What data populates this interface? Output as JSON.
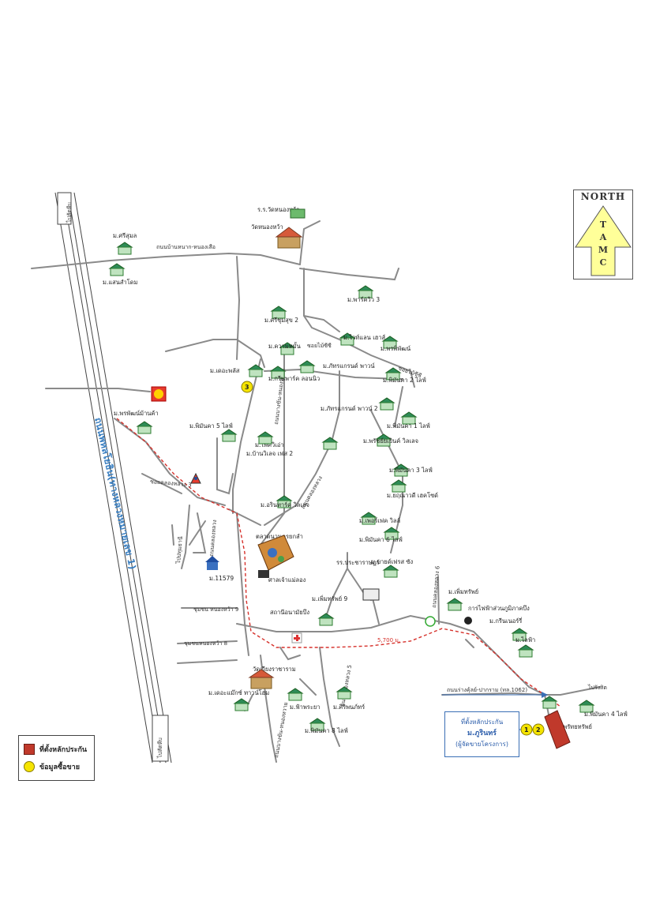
{
  "north_arrow": {
    "title": "NORTH",
    "letters": [
      "T",
      "A",
      "M",
      "C"
    ]
  },
  "legend": {
    "items": [
      {
        "label": "ที่ตั้งหลักประกัน",
        "symbol": "red-square"
      },
      {
        "label": "ข้อมูลซื้อขาย",
        "symbol": "yellow-circle"
      }
    ]
  },
  "callout": {
    "line1": "ที่ตั้งหลักประกัน",
    "line2": "ม.ภูรินทร์",
    "line3": "(ผู้จัดขายโครงการ)"
  },
  "highway_label": "ถนนพหลโยธิน(ทางหลวงหมายเลข 1)",
  "roads": {
    "r1": "ถนนบ้านหนาก-หนองเสือ",
    "r2": "ซอยไม้ซีซี",
    "r3": "ถนนบางขัน-หนองหวาย",
    "r4": "ซอยคลองหลวง 3",
    "r5": "ถนนคลองหลวง",
    "r6": "ซอยไม้ซีซี",
    "r7": "ชุมชน หนองหว้า 9",
    "r8": "ชุมชนหนองหว้า 8",
    "r9": "ถนนร่างคุ้ลย์-ปากราม (ทล.1062)",
    "r10": "ถนนคลองหลวง 5",
    "r11": "ถนนคลองหลวง 6",
    "r12": "ไปปทุมธานี",
    "r13": "ไปรังสิต",
    "r14": "ไปสัตหีบ"
  },
  "distance_label": "5,700 ม.",
  "places": [
    {
      "label": "ร.ร.วัดหนองหว้า"
    },
    {
      "label": "วัดหนองหว้า"
    },
    {
      "label": "ม.ศรีสุมล"
    },
    {
      "label": "ม.แสนสำโดม"
    },
    {
      "label": "ม.พาร์ควิว 3"
    },
    {
      "label": "ม.ศรีชุมสุข 2"
    },
    {
      "label": "ม.ไวท์แลน เฮาส์"
    },
    {
      "label": "ม.ความหมั้น"
    },
    {
      "label": "ม.พรพิพัฒน์"
    },
    {
      "label": "ม.เดอะพลัส"
    },
    {
      "label": "ม.ภัทรแกรนด์ พาวน์"
    },
    {
      "label": "ม.กรีนพาร์ค ลอนนิว"
    },
    {
      "label": "ม.พิมันคา 2 ไลฟ์"
    },
    {
      "label": "ม.พรพัฒน์ม้านค้า"
    },
    {
      "label": "ม.ภัทรแกรนด์ พาวน์ 2"
    },
    {
      "label": "ม.พิมันคา 5 ไลฟ์"
    },
    {
      "label": "ม.พิมันคา 1 ไลฟ์"
    },
    {
      "label": "ม.ไพควิเอ่า"
    },
    {
      "label": "ม.บ้านวิเลจ เฟส 2"
    },
    {
      "label": "ม.พรัชย์ยเยินค์ วิลเลจ"
    },
    {
      "label": "ม.พิมันคา 3 ไลฟ์"
    },
    {
      "label": "ม.ยฤณาวดี เฮคโซด์"
    },
    {
      "label": "ม.อรินทาร์ค วิลเลจ"
    },
    {
      "label": "ตลาดนวนครยกลำ"
    },
    {
      "label": "ม.เพอร์เฟค วิลล์"
    },
    {
      "label": "ม.พิมันคา 6 ไลฟ์"
    },
    {
      "label": "ม.11579"
    },
    {
      "label": "ศาลเจ้าแม่ลอง"
    },
    {
      "label": "รร.ประชาราษฎร์"
    },
    {
      "label": "ม.บายด์เฟรส ซัง"
    },
    {
      "label": "ม.เพิ่มทรัพย์ 9"
    },
    {
      "label": "ม.เพิ่มทรัพย์"
    },
    {
      "label": "สถานีอนามัยบึง"
    },
    {
      "label": "การไฟฟ้าส่วนภูมิภาคบึง"
    },
    {
      "label": "ม.กรีนเนอร์รี่"
    },
    {
      "label": "ม.ไลฟ้า"
    },
    {
      "label": "วัดเวียงราชาราม"
    },
    {
      "label": "ม.เดอะแม๊กซ์ ทาวน์โฮม"
    },
    {
      "label": "ม.ฟ้าพระยา"
    },
    {
      "label": "ม.ศิริพนภ์ทร์"
    },
    {
      "label": "ม.พิมันคา 8 ไลฟ์"
    },
    {
      "label": "ม.พรัทยทรัพย์"
    },
    {
      "label": "ม.พิมันคา 4 ไลฟ์"
    }
  ],
  "markers": {
    "m1": "1",
    "m2": "2",
    "m3": "3"
  },
  "colors": {
    "route": "#d6312b",
    "highway_label": "#3a7fc1",
    "marker": "#f5e400",
    "site": "#c0392b",
    "north_arrow_fill": "#ffff99"
  }
}
